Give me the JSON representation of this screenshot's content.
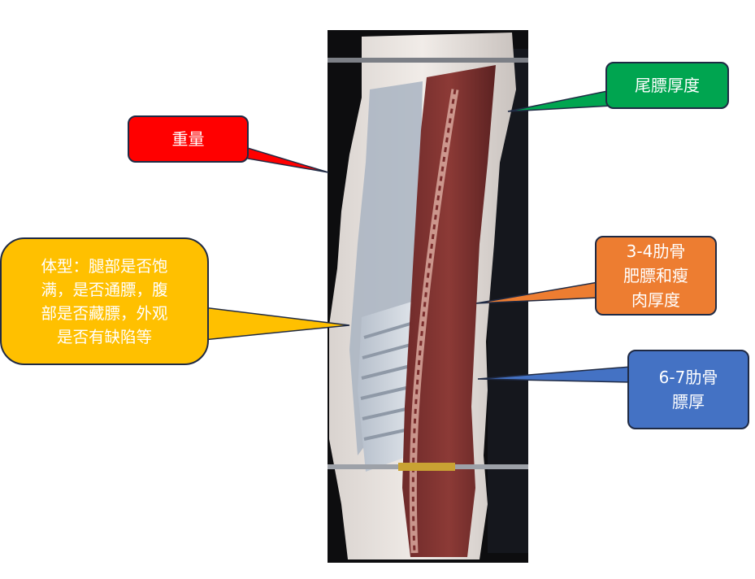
{
  "labels": {
    "weight": {
      "text": "重量",
      "color": "#ff0000"
    },
    "tail_fat": {
      "text": "尾膘厚度",
      "color": "#00a550"
    },
    "body_shape": {
      "text": "体型：腿部是否饱\n满，是否通膘，腹\n部是否藏膘，外观\n是否有缺陷等",
      "color": "#ffc000"
    },
    "rib_3_4": {
      "text": "3-4肋骨\n肥膘和瘦\n肉厚度",
      "color": "#ed7d31"
    },
    "rib_6_7": {
      "text": "6-7肋骨\n膘厚",
      "color": "#4472c4"
    }
  },
  "photo": {
    "subject": "pork-carcass-half",
    "background": "#0d0d0f"
  }
}
